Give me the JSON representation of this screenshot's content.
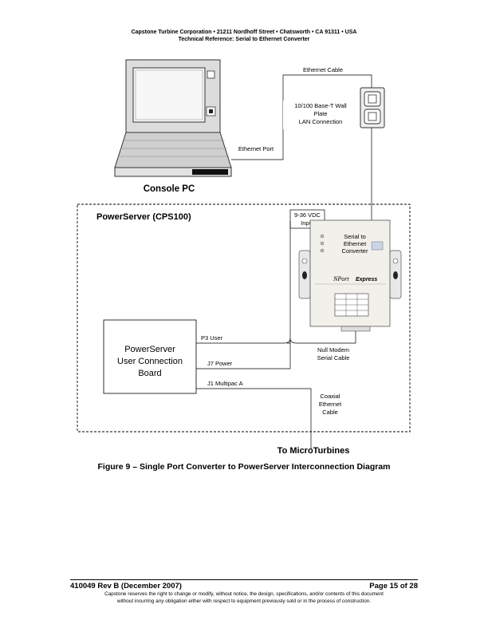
{
  "header": {
    "line1": "Capstone Turbine Corporation • 21211 Nordhoff Street • Chatsworth • CA 91311 • USA",
    "line2": "Technical Reference: Serial to Ethernet Converter"
  },
  "diagram": {
    "ethernet_cable": "Ethernet Cable",
    "wall_plate_1": "10/100 Base-T Wall",
    "wall_plate_2": "Plate",
    "wall_plate_3": "LAN Connection",
    "ethernet_port": "Ethernet Port",
    "console_pc": "Console PC",
    "powerserver": "PowerServer  (CPS100)",
    "input_1": "9-36 VDC",
    "input_2": "Input",
    "converter_1": "Serial to",
    "converter_2": "Ethernet",
    "converter_3": "Converter",
    "nport_brand": "NPort",
    "nport_model": "Express",
    "board_1": "PowerServer",
    "board_2": "User Connection",
    "board_3": "Board",
    "p3": "P3  User",
    "j7": "J7  Power",
    "j1": "J1  Multipac A",
    "null_modem_1": "Null Modem",
    "null_modem_2": "Serial Cable",
    "coax_1": "Coaxial",
    "coax_2": "Ethernet",
    "coax_3": "Cable",
    "microturbines": "To MicroTurbines"
  },
  "caption": "Figure 9 – Single Port Converter to PowerServer Interconnection Diagram",
  "footer": {
    "doc_id": "410049 Rev B (December 2007)",
    "page": "Page 15 of 28",
    "disclaimer_1": "Capstone reserves the right to change or modify, without notice, the design, specifications, and/or contents of this document",
    "disclaimer_2": "without incurring any obligation either with respect to equipment previously sold or in the process of construction."
  }
}
